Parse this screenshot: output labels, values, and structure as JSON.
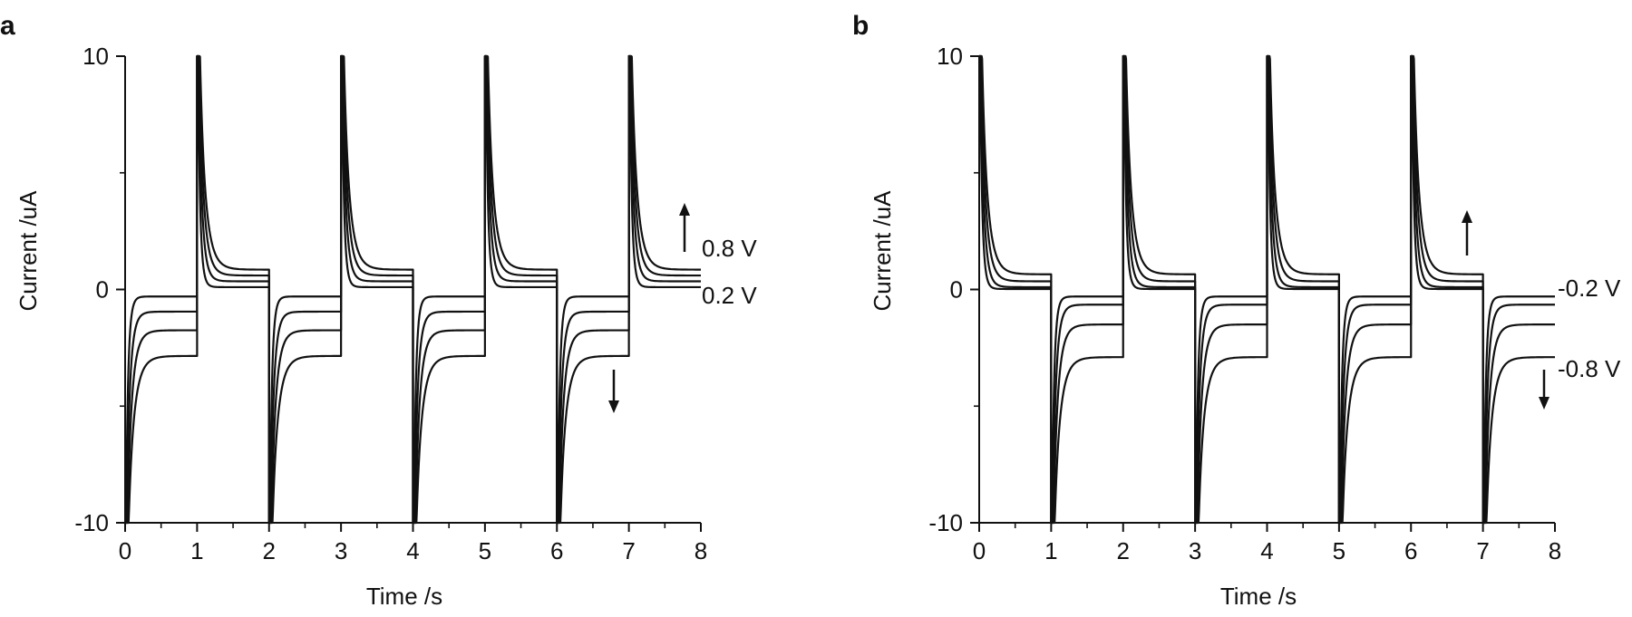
{
  "chart_data": [
    {
      "panel_label": "a",
      "type": "line",
      "xlabel": "Time /s",
      "ylabel": "Current /uA",
      "xlim": [
        0,
        8
      ],
      "ylim": [
        -10,
        10
      ],
      "x_ticks": [
        "0",
        "1",
        "2",
        "3",
        "4",
        "5",
        "6",
        "7",
        "8"
      ],
      "y_ticks": [
        "-10",
        "0",
        "10"
      ],
      "grid": false,
      "step_period_s": 1,
      "first_step": "cathodic",
      "annotations": [
        "0.8 V",
        "0.2 V"
      ],
      "series": [
        {
          "peak": 10,
          "anodic_end": 0.1,
          "cathodic_end": -0.3
        },
        {
          "peak": 10,
          "anodic_end": 0.35,
          "cathodic_end": -0.95
        },
        {
          "peak": 10,
          "anodic_end": 0.6,
          "cathodic_end": -1.75
        },
        {
          "peak": 10,
          "anodic_end": 0.85,
          "cathodic_end": -2.85
        }
      ]
    },
    {
      "panel_label": "b",
      "type": "line",
      "xlabel": "Time /s",
      "ylabel": "Current /uA",
      "xlim": [
        0,
        8
      ],
      "ylim": [
        -10,
        10
      ],
      "x_ticks": [
        "0",
        "1",
        "2",
        "3",
        "4",
        "5",
        "6",
        "7",
        "8"
      ],
      "y_ticks": [
        "-10",
        "0",
        "10"
      ],
      "grid": false,
      "step_period_s": 1,
      "first_step": "anodic",
      "annotations": [
        "-0.2 V",
        "-0.8 V"
      ],
      "series": [
        {
          "peak": 10,
          "anodic_end": 0.02,
          "cathodic_end": -0.3
        },
        {
          "peak": 10,
          "anodic_end": 0.1,
          "cathodic_end": -0.65
        },
        {
          "peak": 10,
          "anodic_end": 0.35,
          "cathodic_end": -1.5
        },
        {
          "peak": 10,
          "anodic_end": 0.65,
          "cathodic_end": -2.9
        }
      ]
    }
  ]
}
